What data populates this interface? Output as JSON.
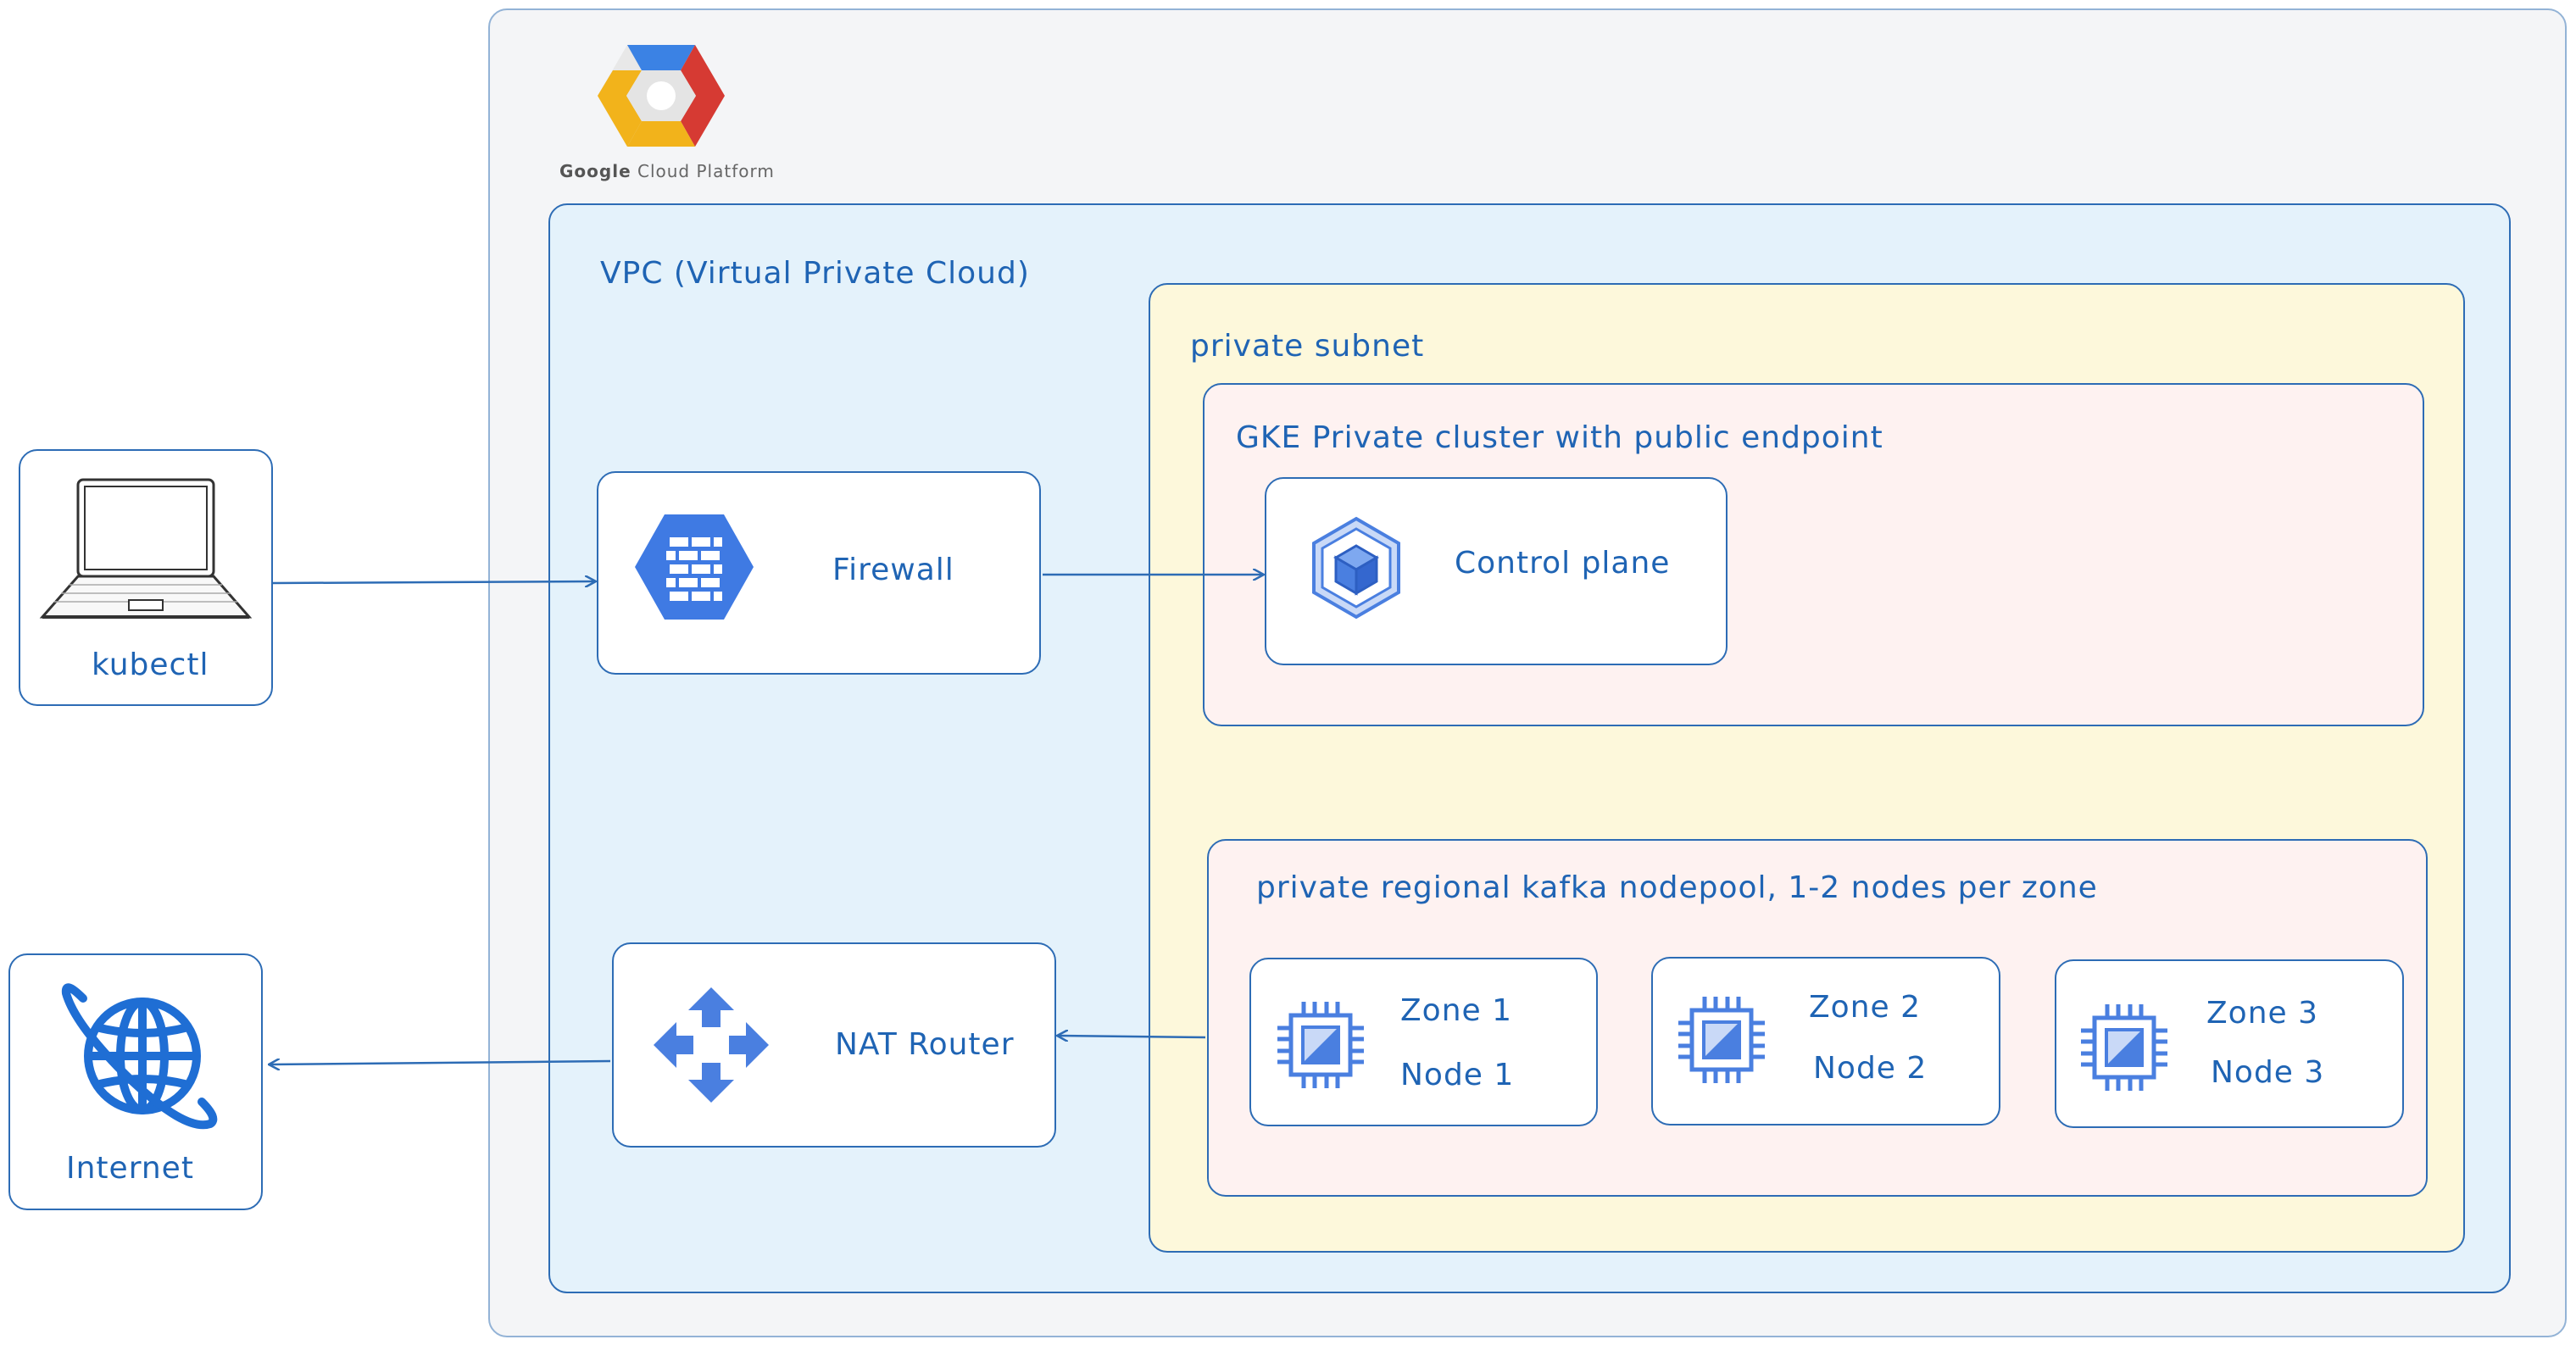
{
  "gcp": {
    "logo_wordmark": "Google Cloud Platform",
    "wordmark_google": "Google",
    "wordmark_rest": "Cloud Platform",
    "logo_icon": "gcp-hexagon-icon"
  },
  "vpc": {
    "label": "VPC (Virtual Private Cloud)"
  },
  "subnet": {
    "label": "private subnet"
  },
  "cluster": {
    "label": "GKE Private cluster with public endpoint"
  },
  "control_plane": {
    "label": "Control plane",
    "icon": "kubernetes-cube-icon"
  },
  "nodepool": {
    "label": "private regional kafka nodepool, 1-2 nodes per zone",
    "zones": [
      {
        "zone": "Zone 1",
        "node": "Node 1",
        "icon": "cpu-chip-icon"
      },
      {
        "zone": "Zone 2",
        "node": "Node 2",
        "icon": "cpu-chip-icon"
      },
      {
        "zone": "Zone 3",
        "node": "Node 3",
        "icon": "cpu-chip-icon"
      }
    ]
  },
  "firewall": {
    "label": "Firewall",
    "icon": "firewall-brick-icon"
  },
  "nat": {
    "label": "NAT Router",
    "icon": "router-arrows-icon"
  },
  "kubectl": {
    "label": "kubectl",
    "icon": "laptop-icon"
  },
  "internet": {
    "label": "Internet",
    "icon": "globe-icon"
  },
  "colors": {
    "stroke": "#2d6cb5",
    "gcp_bg": "#f4f5f7",
    "vpc_bg": "#e4f2fb",
    "subnet_bg": "#fdf8db",
    "cluster_bg": "#fef2f1",
    "icon_blue": "#4a7fe0"
  }
}
